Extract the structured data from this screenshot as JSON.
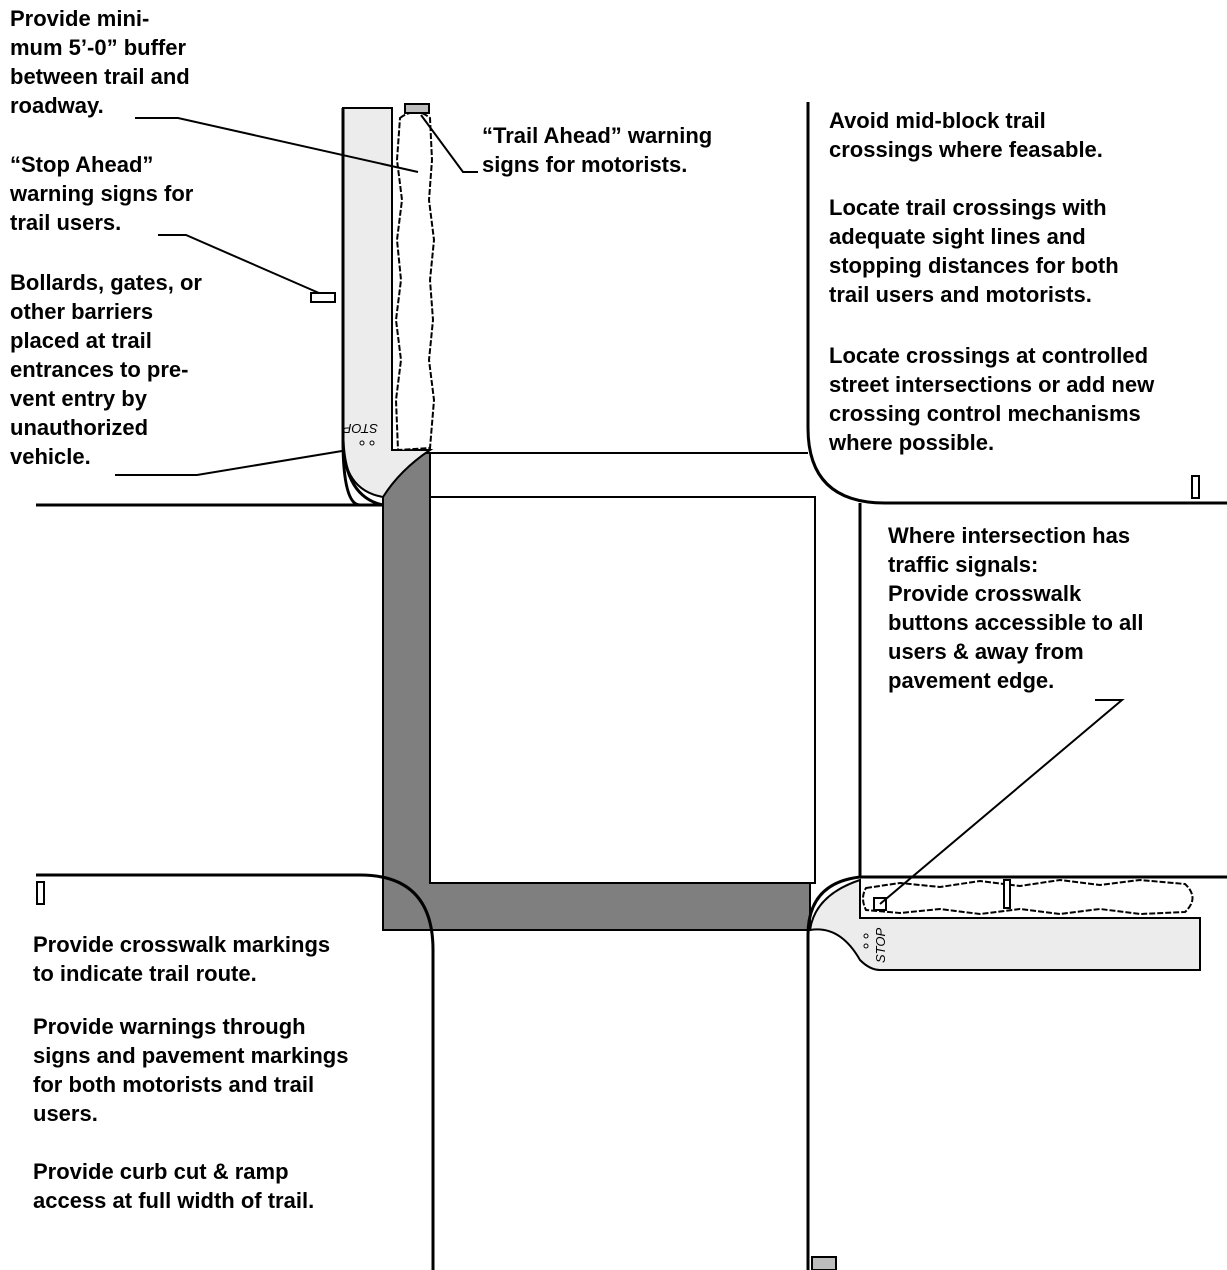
{
  "notes": {
    "buffer": "Provide  mini-\nmum 5’-0” buffer\nbetween trail and\nroadway.",
    "stop_ahead": "“Stop Ahead”\nwarning signs for\ntrail users.",
    "bollards": "Bollards, gates, or\nother barriers\nplaced at trail\nentrances to pre-\nvent entry by\nunauthorized\nvehicle.",
    "trail_ahead": "“Trail Ahead” warning\nsigns for motorists.",
    "mid_block": "Avoid mid-block trail\ncrossings where feasable.",
    "sight_lines": "Locate trail crossings with\nadequate sight lines and\nstopping distances for both\ntrail users and motorists.",
    "controlled": "Locate crossings at controlled\nstreet intersections or add new\ncrossing control mechanisms\nwhere possible.",
    "signals": "Where intersection has\ntraffic signals:\nProvide crosswalk\nbuttons accessible to all\nusers & away from\npavement edge.",
    "crosswalk": "Provide crosswalk markings\nto indicate trail route.",
    "warnings": "Provide warnings through\nsigns and pavement markings\nfor both motorists and trail\nusers.",
    "curb_cut": "Provide curb cut & ramp\naccess at full width of trail."
  },
  "stop_label_nw": "STOP",
  "stop_label_se": "STOP",
  "colors": {
    "trail_fill": "#ececec",
    "crosswalk_fill": "#7f7f7f",
    "line": "#000000"
  }
}
